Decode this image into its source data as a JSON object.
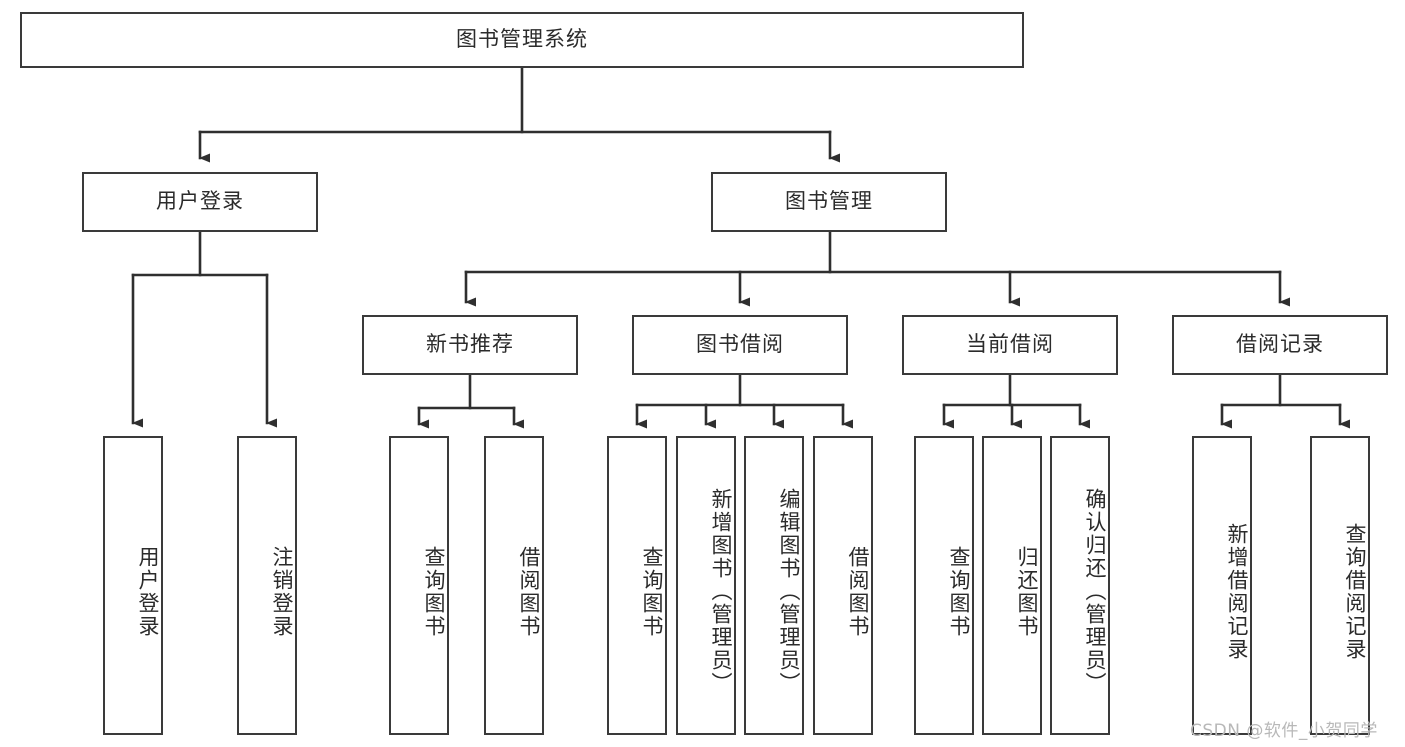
{
  "diagram": {
    "title": "图书管理系统",
    "type": "hierarchy-tree",
    "root": {
      "label": "图书管理系统"
    },
    "level2": [
      {
        "id": "user-login",
        "label": "用户登录"
      },
      {
        "id": "book-manage",
        "label": "图书管理"
      }
    ],
    "level3": [
      {
        "id": "new-book-rec",
        "label": "新书推荐",
        "parent": "book-manage"
      },
      {
        "id": "book-borrow",
        "label": "图书借阅",
        "parent": "book-manage"
      },
      {
        "id": "current-borrow",
        "label": "当前借阅",
        "parent": "book-manage"
      },
      {
        "id": "borrow-record",
        "label": "借阅记录",
        "parent": "book-manage"
      }
    ],
    "leaves": {
      "user_login": [
        {
          "id": "leaf-user-login",
          "label": "用户登录"
        },
        {
          "id": "leaf-logout",
          "label": "注销登录"
        }
      ],
      "new_book_rec": [
        {
          "id": "leaf-query-book-1",
          "label": "查询图书"
        },
        {
          "id": "leaf-borrow-book-1",
          "label": "借阅图书"
        }
      ],
      "book_borrow": [
        {
          "id": "leaf-query-book-2",
          "label": "查询图书"
        },
        {
          "id": "leaf-add-book",
          "label": "新增图书（管理员）"
        },
        {
          "id": "leaf-edit-book",
          "label": "编辑图书（管理员）"
        },
        {
          "id": "leaf-borrow-book-2",
          "label": "借阅图书"
        }
      ],
      "current_borrow": [
        {
          "id": "leaf-query-book-3",
          "label": "查询图书"
        },
        {
          "id": "leaf-return-book",
          "label": "归还图书"
        },
        {
          "id": "leaf-confirm-return",
          "label": "确认归还（管理员）"
        }
      ],
      "borrow_record": [
        {
          "id": "leaf-add-record",
          "label": "新增借阅记录"
        },
        {
          "id": "leaf-query-record",
          "label": "查询借阅记录"
        }
      ]
    }
  },
  "watermark": {
    "text": "CSDN @软件_小贺同学"
  },
  "colors": {
    "box_border": "#3a3a3a",
    "box_fill": "#ffffff",
    "text": "#2b2b2b",
    "edge": "#2f2f2f",
    "watermark": "#b8b8b8",
    "background": "#ffffff"
  }
}
